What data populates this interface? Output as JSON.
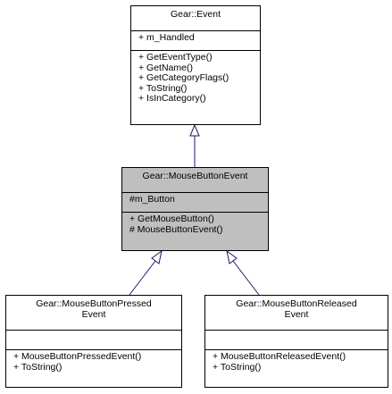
{
  "diagram": {
    "classes": {
      "event": {
        "name": "Gear::Event",
        "attributes": [
          "+ m_Handled"
        ],
        "methods": [
          "+ GetEventType()",
          "+ GetName()",
          "+ GetCategoryFlags()",
          "+ ToString()",
          "+ IsInCategory()"
        ]
      },
      "mouse_button_event": {
        "name": "Gear::MouseButtonEvent",
        "attributes": [
          "#m_Button"
        ],
        "methods": [
          "+ GetMouseButton()",
          "# MouseButtonEvent()"
        ]
      },
      "pressed": {
        "name_line1": "Gear::MouseButtonPressed",
        "name_line2": "Event",
        "attributes": [],
        "methods": [
          "+ MouseButtonPressedEvent()",
          "+ ToString()"
        ]
      },
      "released": {
        "name_line1": "Gear::MouseButtonReleased",
        "name_line2": "Event",
        "attributes": [],
        "methods": [
          "+ MouseButtonReleasedEvent()",
          "+ ToString()"
        ]
      }
    },
    "edge_color": "#1a1a6e",
    "highlight_color": "#bfbfbf"
  }
}
